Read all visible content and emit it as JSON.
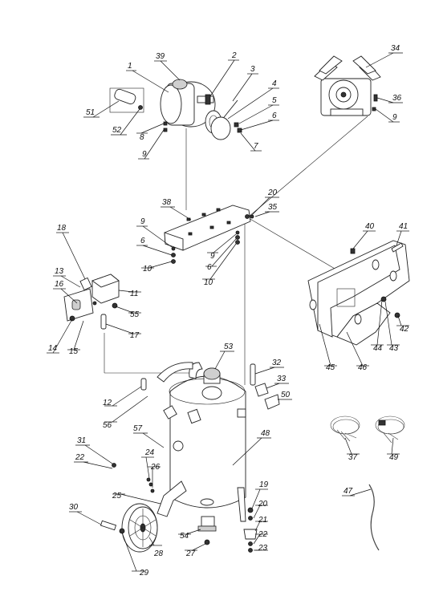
{
  "diagram": {
    "callouts": [
      {
        "id": "1",
        "label": "1"
      },
      {
        "id": "2",
        "label": "2"
      },
      {
        "id": "3",
        "label": "3"
      },
      {
        "id": "4",
        "label": "4"
      },
      {
        "id": "5",
        "label": "5"
      },
      {
        "id": "6a",
        "label": "6"
      },
      {
        "id": "7",
        "label": "7"
      },
      {
        "id": "8",
        "label": "8"
      },
      {
        "id": "9a",
        "label": "9"
      },
      {
        "id": "39",
        "label": "39"
      },
      {
        "id": "51",
        "label": "51"
      },
      {
        "id": "52",
        "label": "52"
      },
      {
        "id": "34",
        "label": "34"
      },
      {
        "id": "36",
        "label": "36"
      },
      {
        "id": "9b",
        "label": "9"
      },
      {
        "id": "38",
        "label": "38"
      },
      {
        "id": "9c",
        "label": "9"
      },
      {
        "id": "6b",
        "label": "6"
      },
      {
        "id": "10a",
        "label": "10"
      },
      {
        "id": "9d",
        "label": "9"
      },
      {
        "id": "6c",
        "label": "6"
      },
      {
        "id": "10b",
        "label": "10"
      },
      {
        "id": "20a",
        "label": "20"
      },
      {
        "id": "35",
        "label": "35"
      },
      {
        "id": "18",
        "label": "18"
      },
      {
        "id": "13",
        "label": "13"
      },
      {
        "id": "16",
        "label": "16"
      },
      {
        "id": "11",
        "label": "11"
      },
      {
        "id": "55",
        "label": "55"
      },
      {
        "id": "17",
        "label": "17"
      },
      {
        "id": "14",
        "label": "14"
      },
      {
        "id": "15",
        "label": "15"
      },
      {
        "id": "40",
        "label": "40"
      },
      {
        "id": "41",
        "label": "41"
      },
      {
        "id": "42",
        "label": "42"
      },
      {
        "id": "43",
        "label": "43"
      },
      {
        "id": "44",
        "label": "44"
      },
      {
        "id": "45",
        "label": "45"
      },
      {
        "id": "46",
        "label": "46"
      },
      {
        "id": "53",
        "label": "53"
      },
      {
        "id": "32",
        "label": "32"
      },
      {
        "id": "33",
        "label": "33"
      },
      {
        "id": "50",
        "label": "50"
      },
      {
        "id": "12",
        "label": "12"
      },
      {
        "id": "56",
        "label": "56"
      },
      {
        "id": "57",
        "label": "57"
      },
      {
        "id": "48",
        "label": "48"
      },
      {
        "id": "31",
        "label": "31"
      },
      {
        "id": "22a",
        "label": "22"
      },
      {
        "id": "24",
        "label": "24"
      },
      {
        "id": "26",
        "label": "26"
      },
      {
        "id": "25",
        "label": "25"
      },
      {
        "id": "30",
        "label": "30"
      },
      {
        "id": "28",
        "label": "28"
      },
      {
        "id": "29",
        "label": "29"
      },
      {
        "id": "54",
        "label": "54"
      },
      {
        "id": "27",
        "label": "27"
      },
      {
        "id": "19",
        "label": "19"
      },
      {
        "id": "20b",
        "label": "20"
      },
      {
        "id": "21",
        "label": "21"
      },
      {
        "id": "22b",
        "label": "22"
      },
      {
        "id": "23",
        "label": "23"
      },
      {
        "id": "37",
        "label": "37"
      },
      {
        "id": "49",
        "label": "49"
      },
      {
        "id": "47",
        "label": "47"
      }
    ]
  }
}
